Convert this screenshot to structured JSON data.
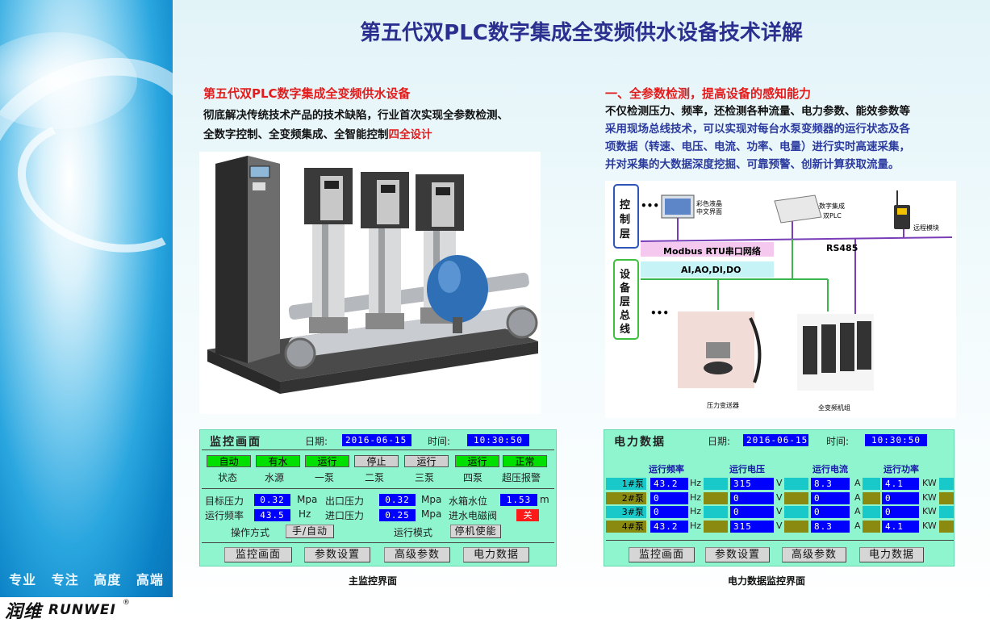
{
  "page_title": "第五代双PLC数字集成全变频供水设备技术详解",
  "banner": {
    "slogan": "专业 专注 高度 高端",
    "logo_cn": "润维",
    "logo_en": "RUNWEI",
    "logo_reg": "®"
  },
  "left": {
    "heading": "第五代双PLC数字集成全变频供水设备",
    "line1": "彻底解决传统技术产品的技术缺陷，行业首次实现全参数检测、",
    "line2_a": "全数字控制、全变频集成、全智能控制",
    "line2_b": "四全设计"
  },
  "right": {
    "heading": "一、全参数检测，提高设备的感知能力",
    "line1": "不仅检测压力、频率，还检测各种流量、电力参数、能效参数等",
    "line2": "采用现场总线技术，可以实现对每台水泵变频器的运行状态及各",
    "line3": "项数据（转速、电压、电流、功率、电量）进行实时高速采集，",
    "line4": "并对采集的大数据深度挖掘、可靠预警、创新计算获取流量。"
  },
  "diagram": {
    "layer_control": "控制层",
    "layer_device": "设备层总线",
    "touch_label_1": "彩色液晶",
    "touch_label_2": "中文界面",
    "plc_label_1": "数字集成",
    "plc_label_2": "双PLC",
    "remote_label": "远程模块",
    "bus_modbus": "Modbus RTU串口网络",
    "bus_io": "AI,AO,DI,DO",
    "bus_rs485": "RS485",
    "sensor_label": "压力变送器",
    "vfd_label": "全变频机组",
    "ellipsis": "•••"
  },
  "monitor": {
    "title": "监控画面",
    "date_label": "日期:",
    "date": "2016-06-15",
    "time_label": "时间:",
    "time": "10:30:50",
    "statuses": [
      {
        "value": "自动",
        "label": "状态",
        "color": "green"
      },
      {
        "value": "有水",
        "label": "水源",
        "color": "green"
      },
      {
        "value": "运行",
        "label": "一泵",
        "color": "green"
      },
      {
        "value": "停止",
        "label": "二泵",
        "color": "gray"
      },
      {
        "value": "运行",
        "label": "三泵",
        "color": "gray"
      },
      {
        "value": "运行",
        "label": "四泵",
        "color": "green"
      },
      {
        "value": "正常",
        "label": "超压报警",
        "color": "green"
      }
    ],
    "target_pressure_label": "目标压力",
    "target_pressure": "0.32",
    "unit_mpa": "Mpa",
    "outlet_pressure_label": "出口压力",
    "outlet_pressure": "0.32",
    "tank_level_label": "水箱水位",
    "tank_level": "1.53",
    "unit_m": "m",
    "run_freq_label": "运行频率",
    "run_freq": "43.5",
    "unit_hz": "Hz",
    "inlet_pressure_label": "进口压力",
    "inlet_pressure": "0.25",
    "valve_label": "进水电磁阀",
    "valve_state": "关",
    "op_mode_label": "操作方式",
    "op_mode": "手/自动",
    "run_mode_label": "运行模式",
    "run_mode": "停机使能",
    "nav": [
      "监控画面",
      "参数设置",
      "高级参数",
      "电力数据"
    ],
    "caption": "主监控界面"
  },
  "power": {
    "title": "电力数据",
    "date_label": "日期:",
    "date": "2016-06-15",
    "time_label": "时间:",
    "time": "10:30:50",
    "headers": [
      "运行频率",
      "运行电压",
      "运行电流",
      "运行功率"
    ],
    "units": [
      "Hz",
      "V",
      "A",
      "KW"
    ],
    "rows": [
      {
        "name": "1#泵",
        "freq": "43.2",
        "volt": "315",
        "curr": "8.3",
        "power": "4.1",
        "color": "cyan"
      },
      {
        "name": "2#泵",
        "freq": "0",
        "volt": "0",
        "curr": "0",
        "power": "0",
        "color": "olive"
      },
      {
        "name": "3#泵",
        "freq": "0",
        "volt": "0",
        "curr": "0",
        "power": "0",
        "color": "cyan"
      },
      {
        "name": "4#泵",
        "freq": "43.2",
        "volt": "315",
        "curr": "8.3",
        "power": "4.1",
        "color": "olive"
      }
    ],
    "nav": [
      "监控画面",
      "参数设置",
      "高级参数",
      "电力数据"
    ],
    "caption": "电力数据监控界面"
  }
}
